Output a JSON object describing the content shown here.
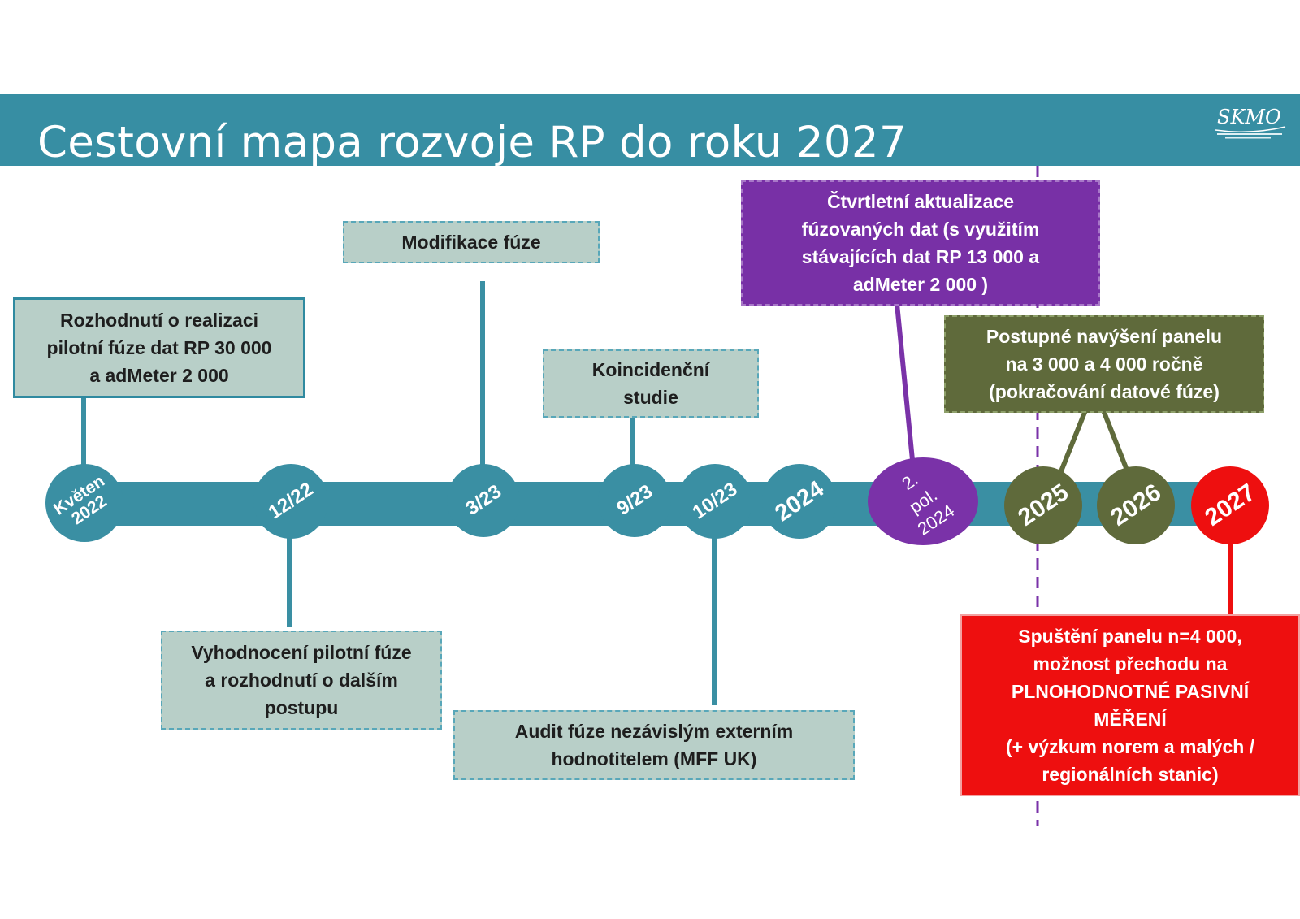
{
  "title": "Cestovní mapa rozvoje RP do roku 2027",
  "logo": {
    "text": "SKMO",
    "icon": "skmo-logo-icon"
  },
  "milestones": [
    {
      "label": "Květen\n2022"
    },
    {
      "label": "12/22"
    },
    {
      "label": "3/23"
    },
    {
      "label": "9/23"
    },
    {
      "label": "10/23"
    },
    {
      "label": "2024"
    },
    {
      "label": "2.\npol.\n2024"
    },
    {
      "label": "2025"
    },
    {
      "label": "2026"
    },
    {
      "label": "2027"
    }
  ],
  "boxes": {
    "decision": "Rozhodnutí o realizaci\npilotní fúze dat RP 30 000\na adMeter 2 000",
    "evaluation": "Vyhodnocení pilotní fúze\na rozhodnutí o dalším\npostupu",
    "modification": "Modifikace fúze",
    "coincidence": "Koincidenční\nstudie",
    "audit": "Audit fúze nezávislým externím\nhodnotitelem (MFF UK)",
    "quarterly": "Čtvrtletní aktualizace\nfúzovaných dat (s využitím\nstávajících dat RP  13 000 a\nadMeter 2 000 )",
    "panel_increase": "Postupné navýšení panelu\nna 3 000 a 4 000 ročně\n(pokračování datové fúze)",
    "launch": "Spuštění panelu n=4 000,\nmožnost přechodu na\nPLNOHODNOTNÉ PASIVNÍ\nMĚŘENÍ\n(+ výzkum norem a malých /\nregionálních stanic)"
  },
  "colors": {
    "teal": "#378ea3",
    "purple": "#7830a6",
    "olive": "#5f6a3b",
    "red": "#ee0f0f",
    "box_grey": "#b8cfc8"
  }
}
